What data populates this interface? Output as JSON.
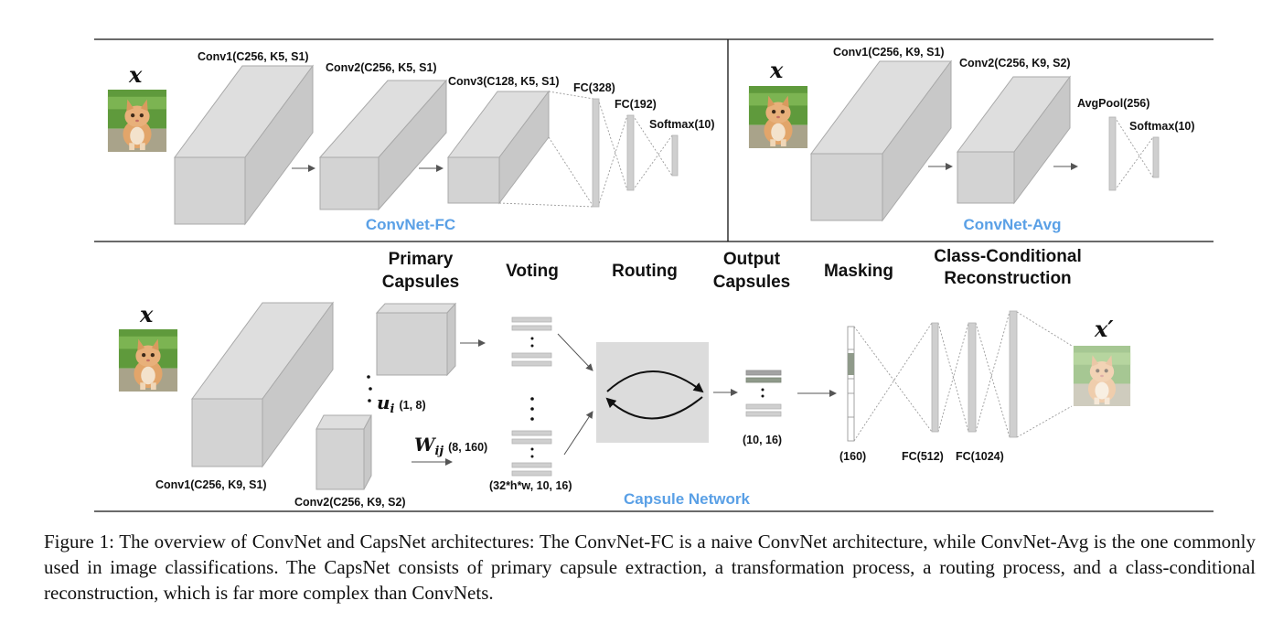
{
  "top_left": {
    "input_symbol": "x",
    "conv1": "Conv1(C256, K5, S1)",
    "conv2": "Conv2(C256, K5, S1)",
    "conv3": "Conv3(C128, K5, S1)",
    "fc1": "FC(328)",
    "fc2": "FC(192)",
    "softmax": "Softmax(10)",
    "title": "ConvNet-FC",
    "title_color": "#5aa0e6"
  },
  "top_right": {
    "input_symbol": "x",
    "conv1": "Conv1(C256, K9, S1)",
    "conv2": "Conv2(C256, K9, S2)",
    "avgpool": "AvgPool(256)",
    "softmax": "Softmax(10)",
    "title": "ConvNet-Avg",
    "title_color": "#5aa0e6"
  },
  "bottom": {
    "input_symbol": "x",
    "output_symbol": "x′",
    "stage_primary_1": "Primary",
    "stage_primary_2": "Capsules",
    "stage_voting": "Voting",
    "stage_routing": "Routing",
    "stage_output_1": "Output",
    "stage_output_2": "Capsules",
    "stage_masking": "Masking",
    "stage_recon_1": "Class-Conditional",
    "stage_recon_2": "Reconstruction",
    "u_symbol": "u",
    "u_sub": "i",
    "u_dims": "(1, 8)",
    "w_symbol": "W",
    "w_sub": "ij",
    "w_dims": "(8, 160)",
    "conv1": "Conv1(C256, K9, S1)",
    "conv2": "Conv2(C256, K9, S2)",
    "vote_dims": "(32*h*w, 10, 16)",
    "output_dims": "(10, 16)",
    "mask_dims": "(160)",
    "fc1": "FC(512)",
    "fc2": "FC(1024)",
    "title": "Capsule Network",
    "title_color": "#5aa0e6"
  },
  "icons": {
    "input_image": "kitten-photo-icon",
    "reconstruction_image": "faded-kitten-photo-icon"
  },
  "caption": "Figure 1: The overview of ConvNet and CapsNet architectures: The ConvNet-FC is a naive ConvNet architecture, while ConvNet-Avg is the one commonly used in image classifications. The CapsNet consists of primary capsule extraction, a transformation process, a routing process, and a class-conditional reconstruction, which is far more complex than ConvNets."
}
